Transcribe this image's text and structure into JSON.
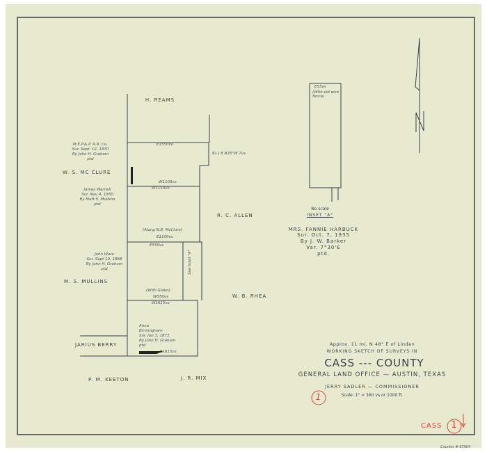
{
  "owners": {
    "reams": "H. REAMS",
    "mcclure": "W. S. MC CLURE",
    "allen": "R. C. ALLEN",
    "mullins": "M. S. MULLINS",
    "rhea": "W. B. RHEA",
    "berry": "JARIUS BERRY",
    "keeton": "P. M. KEETON",
    "mix": "J. R. MIX"
  },
  "surveys": {
    "mep": [
      "M.E.P.& P. R.R. Co.",
      "Sur. Sept. 12, 1870",
      "By John H. Graham",
      "ptd"
    ],
    "warnell": [
      "James Warnell",
      "Sur. Nov 4, 1850",
      "By Matt S. Mullens",
      "ptd"
    ],
    "ware": [
      "John Ware",
      "Sur. Sept 10, 1868",
      "By John H. Graham",
      "ptd"
    ],
    "birmingham": [
      "Anna",
      "Birmingham",
      "Sur. Jan 3, 1873",
      "By John H. Graham",
      "ptd"
    ]
  },
  "calls": {
    "e1550": "E1550vs",
    "w1100a": "W1100vs",
    "w1150": "W1150vs",
    "e1100": "E1100vs",
    "e550": "E550vs",
    "w550": "W550vs",
    "w1615": "W1615vs",
    "e1615": "E1615vs",
    "see_inset": "See Inset \"A\"",
    "along": "(Along N.B. McClure)",
    "with_giden": "(With Giden)",
    "bearing": "81 J 8 N35°W 7vs"
  },
  "inset": {
    "top_call": "E55vs",
    "top_note": "(With old wire fence)",
    "scale": "No scale",
    "title": "INSET \"A\"",
    "owner": "MRS. FANNIE HARBUCK",
    "survey": [
      "Sur. Oct. 7, 1935",
      "By J. W. Barker",
      "Var. 7°30'E",
      "ptd."
    ]
  },
  "title_block": {
    "location": "Approx. 11 mi. N 48° E of Linden",
    "heading": "WORKING SKETCH OF SURVEYS IN",
    "county": "CASS --- COUNTY",
    "office": "GENERAL LAND OFFICE — AUSTIN, TEXAS",
    "commissioner": "JERRY SADLER — COMMISSIONER",
    "scale": "Scale: 1\" = 360 vs or 1000 ft."
  },
  "sheet_number": "1",
  "stamp": {
    "county": "CASS",
    "number": "1"
  },
  "counter": "Counter # 67904",
  "north_label": "N",
  "colors": {
    "paper": "#e8ead0",
    "ink": "#3a3f48",
    "red": "#d8453a"
  }
}
